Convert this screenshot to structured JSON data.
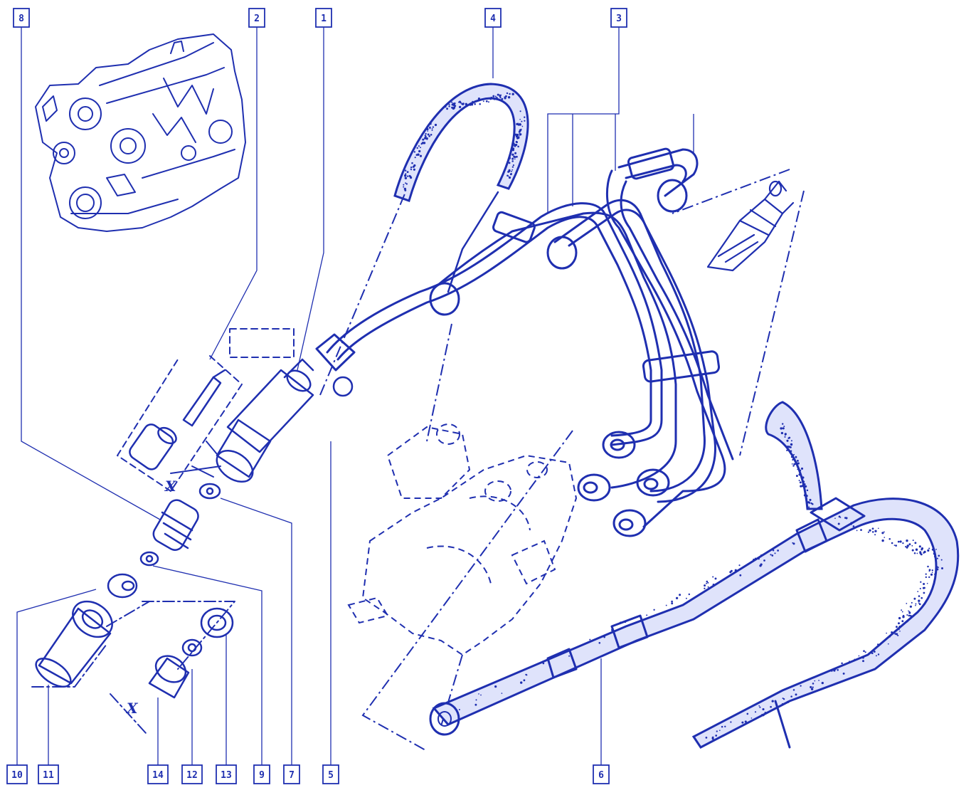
{
  "callouts": {
    "c1": "1",
    "c2": "2",
    "c3": "3",
    "c4": "4",
    "c5": "5",
    "c6": "6",
    "c7": "7",
    "c8": "8",
    "c9": "9",
    "c10": "10",
    "c11": "11",
    "c12": "12",
    "c13": "13",
    "c14": "14"
  },
  "marks": {
    "x_upper": "X",
    "x_lower": "X"
  },
  "colors": {
    "ink": "#1f2fb0",
    "background": "#ffffff"
  }
}
